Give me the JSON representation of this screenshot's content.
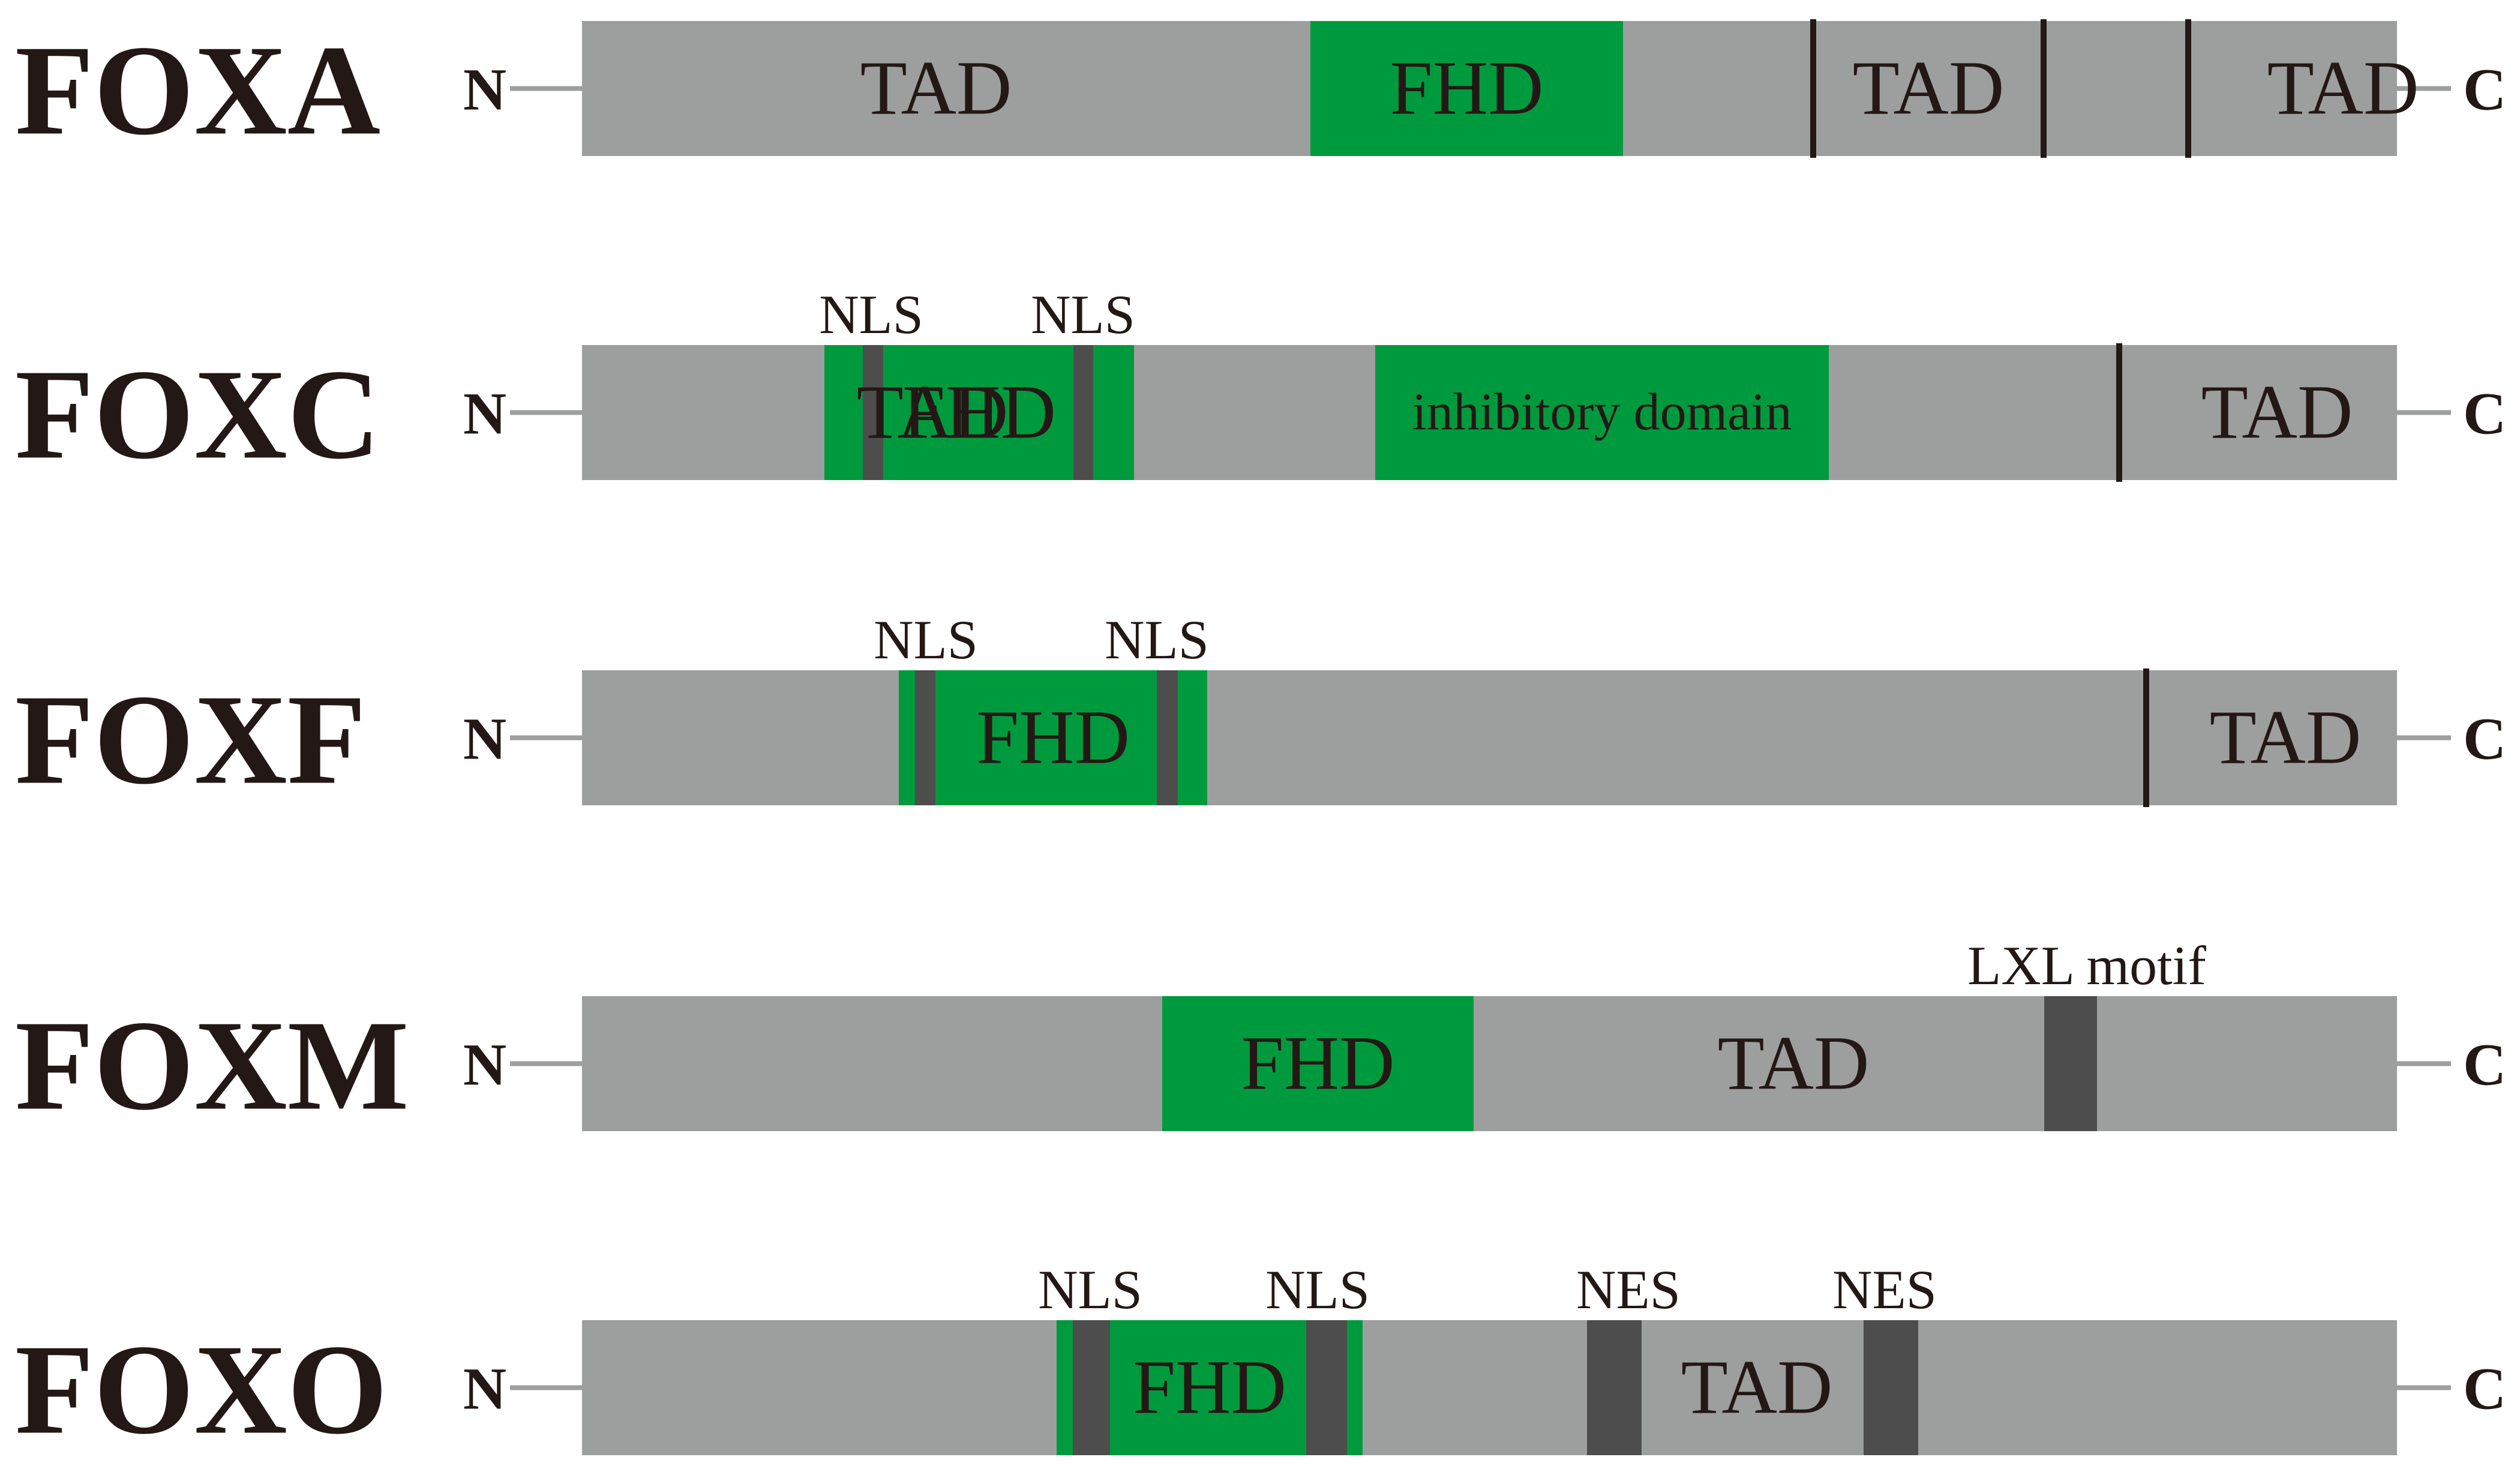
{
  "terminals": {
    "n": "N",
    "c": "C"
  },
  "colors": {
    "backbone": "#9d9e9e",
    "fhd": "#009a3e",
    "motif": "#4d4d4d",
    "divider": "#231815",
    "text": "#231815",
    "linker": "#9d9e9e"
  },
  "proteins": [
    {
      "id": "foxa",
      "name": "FOXA",
      "green_blocks": [
        {
          "start": 1214,
          "end": 1735,
          "label": "FHD"
        }
      ],
      "motifs": [],
      "dividers": [
        2052,
        2436,
        2677
      ],
      "top_labels": [],
      "labels": [
        {
          "text": "TAD",
          "at": 590,
          "size": "big"
        },
        {
          "text": "TAD",
          "at": 2244,
          "size": "big"
        },
        {
          "text": "TAD",
          "at": 2935,
          "size": "big"
        }
      ]
    },
    {
      "id": "foxc",
      "name": "FOXC",
      "green_blocks": [
        {
          "start": 404,
          "end": 920,
          "label": "FHD"
        },
        {
          "start": 1322,
          "end": 2078,
          "label": "inhibitory domain",
          "size": "small"
        }
      ],
      "motifs": [
        {
          "start": 468,
          "end": 502
        },
        {
          "start": 819,
          "end": 852
        }
      ],
      "dividers": [
        2562
      ],
      "top_labels": [
        {
          "text": "NLS",
          "at": 482
        },
        {
          "text": "NLS",
          "at": 835
        }
      ],
      "labels": [
        {
          "text": "TAD",
          "at": 584,
          "size": "big"
        },
        {
          "text": "TAD",
          "at": 2825,
          "size": "big"
        }
      ]
    },
    {
      "id": "foxf",
      "name": "FOXF",
      "green_blocks": [
        {
          "start": 528,
          "end": 1042,
          "label": "FHD"
        }
      ],
      "motifs": [
        {
          "start": 555,
          "end": 589
        },
        {
          "start": 958,
          "end": 993
        }
      ],
      "dividers": [
        2607
      ],
      "top_labels": [
        {
          "text": "NLS",
          "at": 573
        },
        {
          "text": "NLS",
          "at": 958
        }
      ],
      "labels": [
        {
          "text": "TAD",
          "at": 2839,
          "size": "big"
        }
      ]
    },
    {
      "id": "foxm",
      "name": "FOXM",
      "green_blocks": [
        {
          "start": 967,
          "end": 1486,
          "label": "FHD"
        }
      ],
      "motifs": [
        {
          "start": 2437,
          "end": 2525
        }
      ],
      "dividers": [],
      "top_labels": [
        {
          "text": "LXL motif",
          "at": 2508
        }
      ],
      "labels": [
        {
          "text": "TAD",
          "at": 2019,
          "size": "big"
        }
      ]
    },
    {
      "id": "foxo",
      "name": "FOXO",
      "green_blocks": [
        {
          "start": 791,
          "end": 1301,
          "label": "FHD"
        }
      ],
      "motifs": [
        {
          "start": 818,
          "end": 880
        },
        {
          "start": 1207,
          "end": 1275
        },
        {
          "start": 1675,
          "end": 1766
        },
        {
          "start": 2136,
          "end": 2227
        }
      ],
      "dividers": [],
      "top_labels": [
        {
          "text": "NLS",
          "at": 847
        },
        {
          "text": "NLS",
          "at": 1226
        },
        {
          "text": "NES",
          "at": 1744
        },
        {
          "text": "NES",
          "at": 2171
        }
      ],
      "labels": [
        {
          "text": "TAD",
          "at": 1958,
          "size": "big"
        }
      ]
    }
  ]
}
